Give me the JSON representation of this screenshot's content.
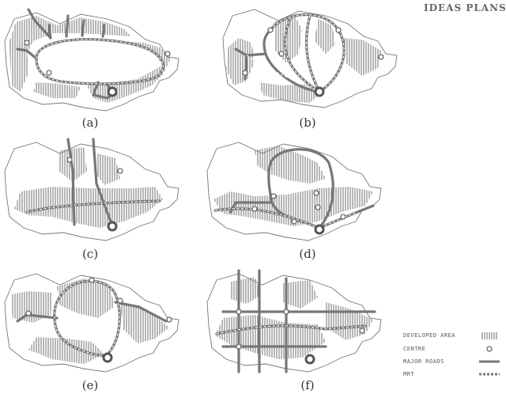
{
  "title": "IDEAS PLANS",
  "panels": [
    {
      "caption": "(a)"
    },
    {
      "caption": "(b)"
    },
    {
      "caption": "(c)"
    },
    {
      "caption": "(d)"
    },
    {
      "caption": "(e)"
    },
    {
      "caption": "(f)"
    }
  ],
  "legend": {
    "developed_area": "DEVELOPED AREA",
    "centre": "CENTRE",
    "major_roads": "MAJOR ROADS",
    "mrt": "MRT"
  },
  "colors": {
    "hatch": "#6f6f6f",
    "road": "#777777",
    "outline": "#777777",
    "text": "#333333"
  }
}
